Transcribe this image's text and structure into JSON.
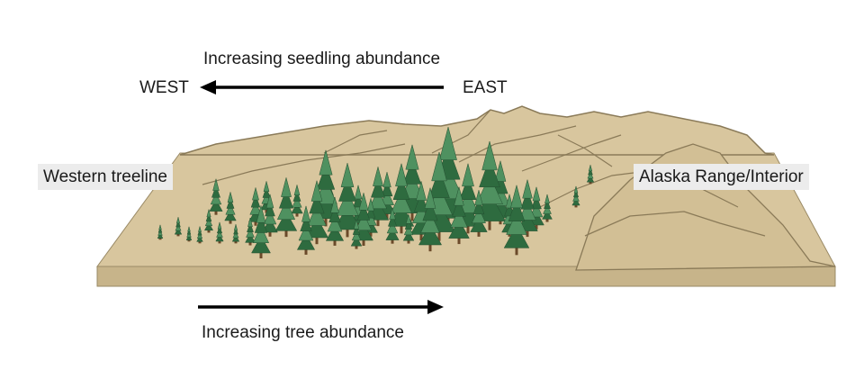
{
  "labels": {
    "top_caption": "Increasing seedling abundance",
    "west": "WEST",
    "east": "EAST",
    "western_treeline": "Western treeline",
    "alaska_range": "Alaska Range/Interior",
    "bottom_caption": "Increasing tree abundance"
  },
  "colors": {
    "terrain": "#d8c69e",
    "terrain_shade": "#c9b78e",
    "slab_side": "#c7b48a",
    "ridge_line": "#8a7a58",
    "tree_dark": "#2e6b3f",
    "tree_light": "#4f9160",
    "trunk": "#6b4a2a",
    "label_box": "#ececec",
    "arrow": "#000000"
  }
}
